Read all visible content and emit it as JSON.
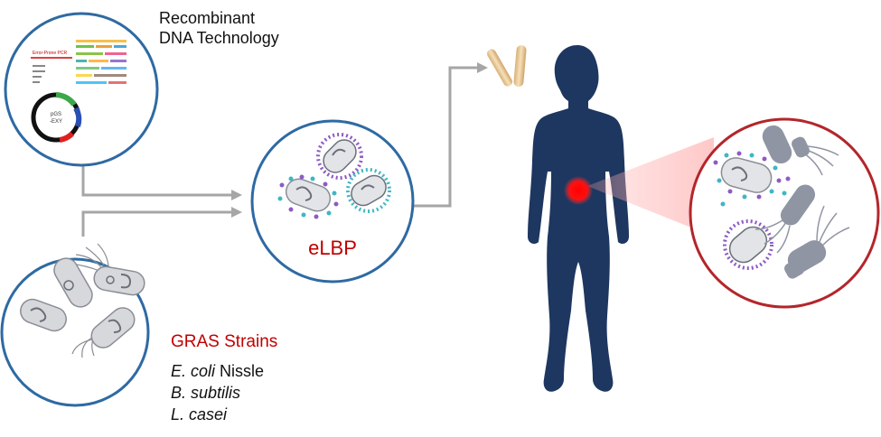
{
  "recombinant": {
    "line1": "Recombinant",
    "line2": "DNA Technology"
  },
  "plasmid": {
    "header": "Error-Prone PCR",
    "name": "pGS",
    "name2": "-EXY"
  },
  "elbp": {
    "label": "eLBP"
  },
  "gras": {
    "title": "GRAS Strains",
    "strains": [
      {
        "species": "E. coli",
        "suffix": " Nissle"
      },
      {
        "species": "B. subtilis",
        "suffix": ""
      },
      {
        "species": "L. casei",
        "suffix": ""
      }
    ]
  },
  "colors": {
    "circle_blue": "#2e6aa3",
    "circle_red": "#b3262b",
    "body_navy": "#1e3760",
    "accent_red": "#c00000",
    "arrow_gray": "#a6a6a6"
  }
}
